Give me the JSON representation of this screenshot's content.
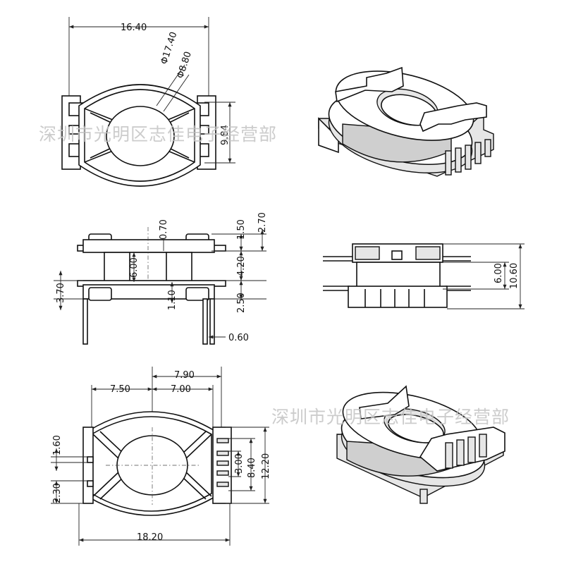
{
  "watermarks": [
    "深圳市光明区志佳电子经营部",
    "深圳市光明区志佳电子经营部"
  ],
  "top_view": {
    "width_dim": "16.40",
    "outer_diameter": "Φ17.40",
    "inner_diameter": "Φ8.80",
    "pin_span": "9.84"
  },
  "side_view": {
    "flange_height": "1.50",
    "top_height": "2.70",
    "gap": "0.70",
    "core": "6.00",
    "body_height": "4.20",
    "left_height": "3.70",
    "base_gap": "1.10",
    "pin_stand": "2.50",
    "pin_diameter": "0.60"
  },
  "end_view": {
    "core": "6.00",
    "total_height": "10.60"
  },
  "bottom_view": {
    "right_half": "7.90",
    "left_offset": "7.50",
    "right_offset": "7.00",
    "pin_pitch": "1.60",
    "edge_offset": "2.30",
    "pin_span_a": "3.00",
    "pin_span_b": "8.40",
    "pin_span_c": "12.20",
    "total_width": "18.20"
  }
}
